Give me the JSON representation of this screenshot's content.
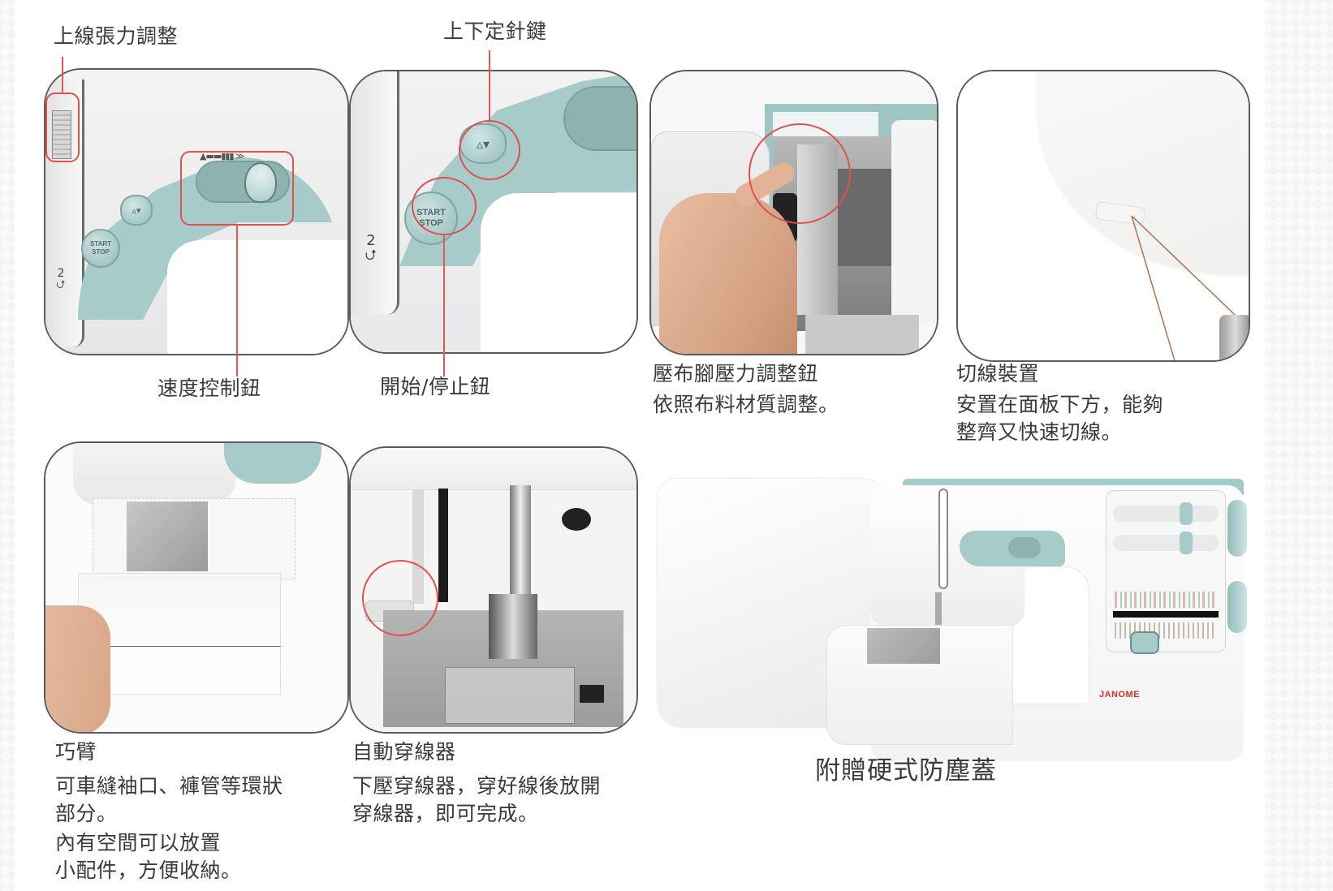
{
  "labels": {
    "thread_tension": "上線張力調整",
    "needle_up_down": "上下定針鍵",
    "speed_control": "速度控制鈕",
    "start_stop": "開始/停止鈕",
    "presser_foot": {
      "title": "壓布腳壓力調整鈕",
      "lines": [
        "依照布料材質調整。"
      ]
    },
    "thread_cutter": {
      "title": "切線裝置",
      "lines": [
        "安置在面板下方，能夠",
        "整齊又快速切線。"
      ]
    },
    "free_arm": {
      "title": "巧臂",
      "lines": [
        "可車縫袖口、褲管等環狀",
        "部分。",
        "內有空間可以放置",
        "小配件，方便收納。"
      ]
    },
    "auto_threader": {
      "title": "自動穿線器",
      "lines": [
        "下壓穿線器，穿好線後放開",
        "穿線器，即可完成。"
      ]
    },
    "hard_cover": "附贈硬式防塵蓋"
  },
  "machine_text": {
    "start": "START",
    "stop": "STOP",
    "thread_number": "2",
    "brand": "JANOME",
    "up_down_glyph": "▵▾"
  },
  "colors": {
    "callout_red": "#e0504f",
    "machine_teal": "#a6cbc9",
    "brand_red": "#d0302a",
    "frame_border": "#5b5b5b"
  }
}
